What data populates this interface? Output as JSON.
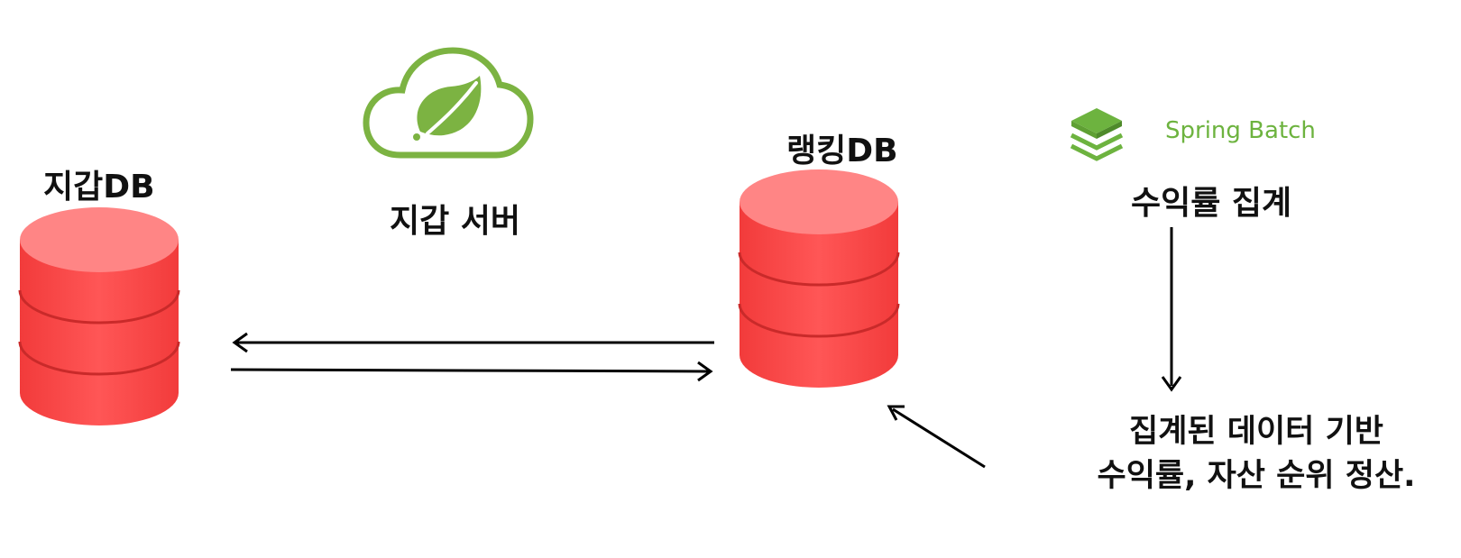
{
  "nodes": {
    "wallet_db": {
      "label": "지갑DB"
    },
    "wallet_server": {
      "label": "지갑 서버",
      "icon": "spring-cloud-leaf-icon"
    },
    "ranking_db": {
      "label": "랭킹DB"
    },
    "spring_batch": {
      "brand": "Spring Batch",
      "icon": "spring-batch-logo-icon",
      "task": "수익률 집계"
    },
    "result": {
      "line1": "집계된 데이터 기반",
      "line2": "수익률, 자산 순위 정산."
    }
  },
  "colors": {
    "db_fill": "#ff4f4f",
    "db_top": "#ff7d7d",
    "db_shadow": "#d93636",
    "spring_green": "#6db33f",
    "arrow": "#000000"
  }
}
